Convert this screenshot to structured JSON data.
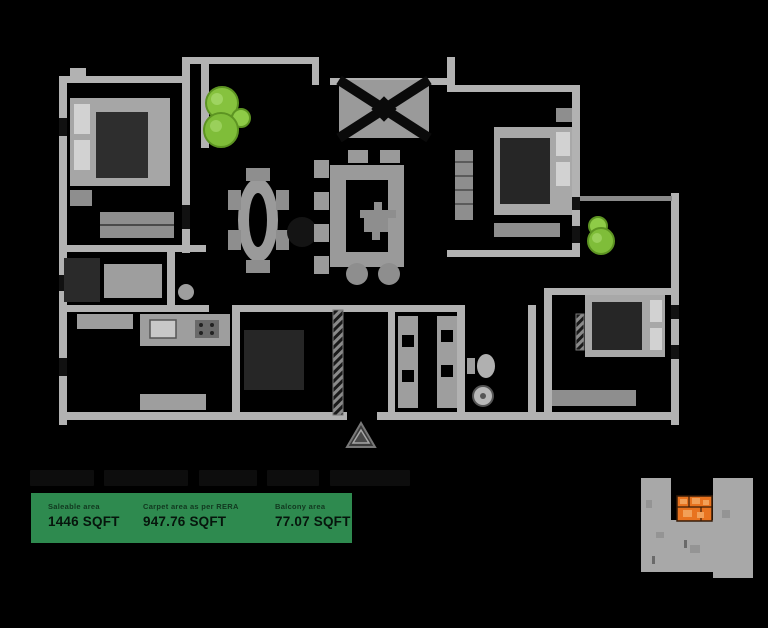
{
  "plan": {
    "type": "apartment-floor-plan",
    "background_color": "#000000",
    "wall_color": "#b2b2b2",
    "furniture_color": "#9a9a9a",
    "plant_color": "#86c23e",
    "unit_highlight_color": "#e8731f",
    "stats_bar_color": "#2e8a4f"
  },
  "title": {
    "note": "title text is rendered black-on-black (unreadable/redacted)"
  },
  "stats": {
    "items": [
      {
        "label": "Saleable area",
        "value": "1446 SQFT"
      },
      {
        "label": "Carpet area as per RERA",
        "value": "947.76 SQFT"
      },
      {
        "label": "Balcony area",
        "value": "77.07 SQFT"
      }
    ]
  },
  "icons": {
    "deck_plants": "plant-icon",
    "balcony_plant": "plant-icon",
    "entry_marker": "entry-triangle-icon",
    "key_plan": "key-plan-thumbnail"
  }
}
